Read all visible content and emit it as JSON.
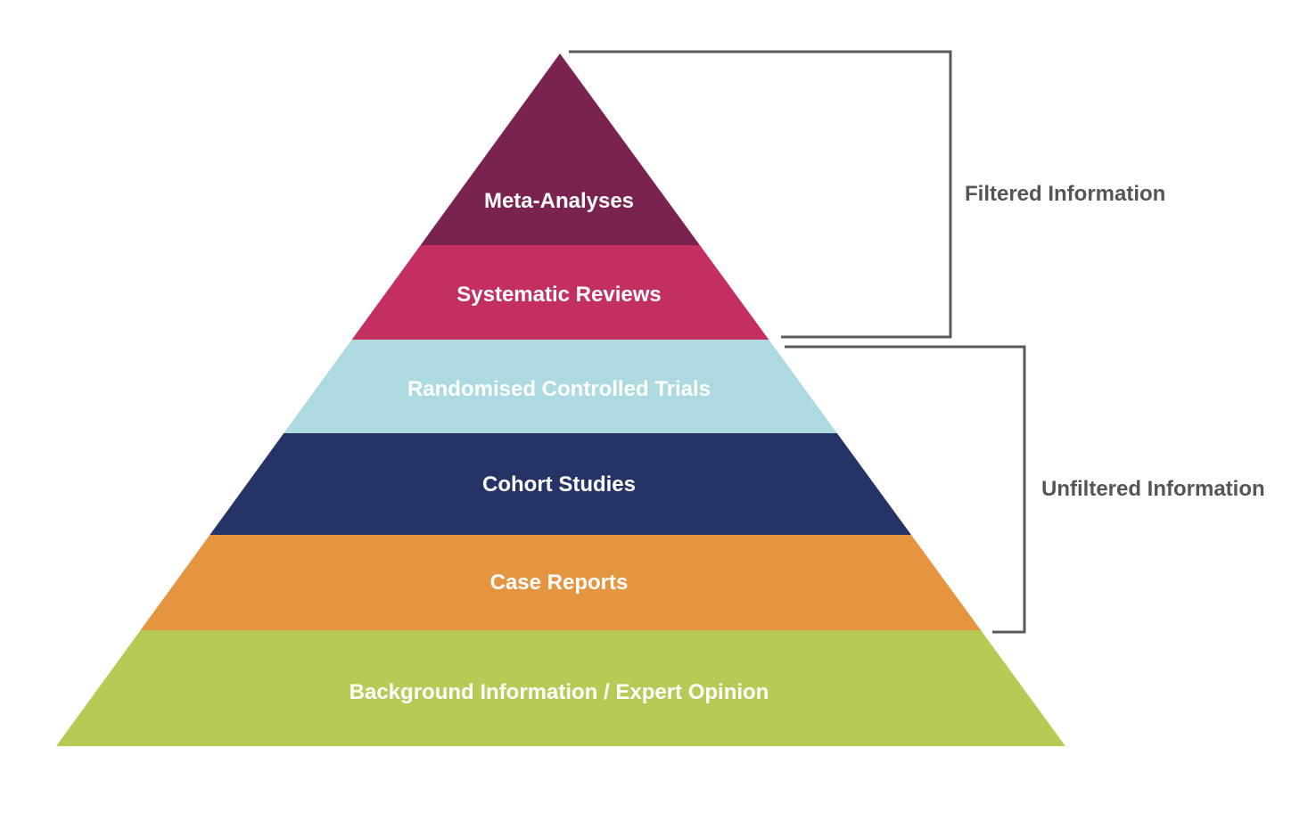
{
  "diagram": {
    "type": "evidence-pyramid",
    "layers": [
      {
        "label": "Meta-Analyses",
        "color": "#7a2350"
      },
      {
        "label": "Systematic Reviews",
        "color": "#c42f62"
      },
      {
        "label": "Randomised Controlled Trials",
        "color": "#add9e0"
      },
      {
        "label": "Cohort Studies",
        "color": "#263366"
      },
      {
        "label": "Case Reports",
        "color": "#e5943f"
      },
      {
        "label": "Background Information / Expert Opinion",
        "color": "#b5cb55"
      }
    ],
    "brackets": [
      {
        "label": "Filtered Information",
        "covers": [
          "Meta-Analyses",
          "Systematic Reviews"
        ]
      },
      {
        "label": "Unfiltered Information",
        "covers": [
          "Randomised Controlled Trials",
          "Cohort Studies",
          "Case Reports"
        ]
      }
    ]
  }
}
